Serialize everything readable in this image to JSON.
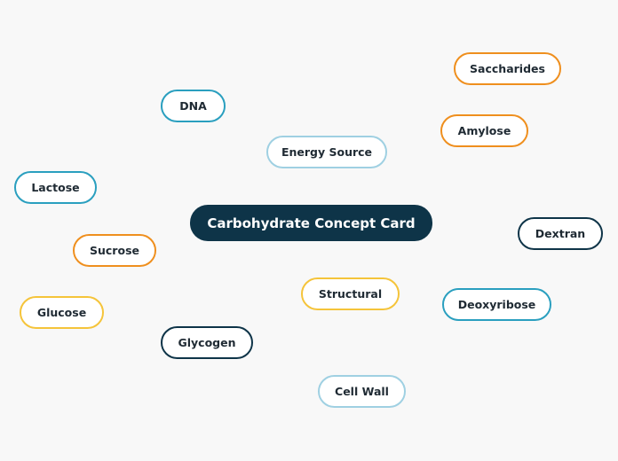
{
  "central_topic": {
    "label": "Carbohydrate Concept Card",
    "color": "#0e3448"
  },
  "topics": [
    {
      "id": "saccharides",
      "label": "Saccharides",
      "border_color": "#ef8f1e"
    },
    {
      "id": "dna",
      "label": "DNA",
      "border_color": "#2a9fbf"
    },
    {
      "id": "amylose",
      "label": "Amylose",
      "border_color": "#ef8f1e"
    },
    {
      "id": "energy-source",
      "label": "Energy Source",
      "border_color": "#9fd0e2"
    },
    {
      "id": "lactose",
      "label": "Lactose",
      "border_color": "#2a9fbf"
    },
    {
      "id": "dextran",
      "label": "Dextran",
      "border_color": "#0e3448"
    },
    {
      "id": "sucrose",
      "label": "Sucrose",
      "border_color": "#ef8f1e"
    },
    {
      "id": "structural",
      "label": "Structural",
      "border_color": "#f5c43a"
    },
    {
      "id": "deoxyribose",
      "label": "Deoxyribose",
      "border_color": "#2a9fbf"
    },
    {
      "id": "glucose",
      "label": "Glucose",
      "border_color": "#f5c43a"
    },
    {
      "id": "glycogen",
      "label": "Glycogen",
      "border_color": "#0e3448"
    },
    {
      "id": "cell-wall",
      "label": "Cell Wall",
      "border_color": "#9fd0e2"
    }
  ],
  "canvas_background": "#f8f8f8"
}
